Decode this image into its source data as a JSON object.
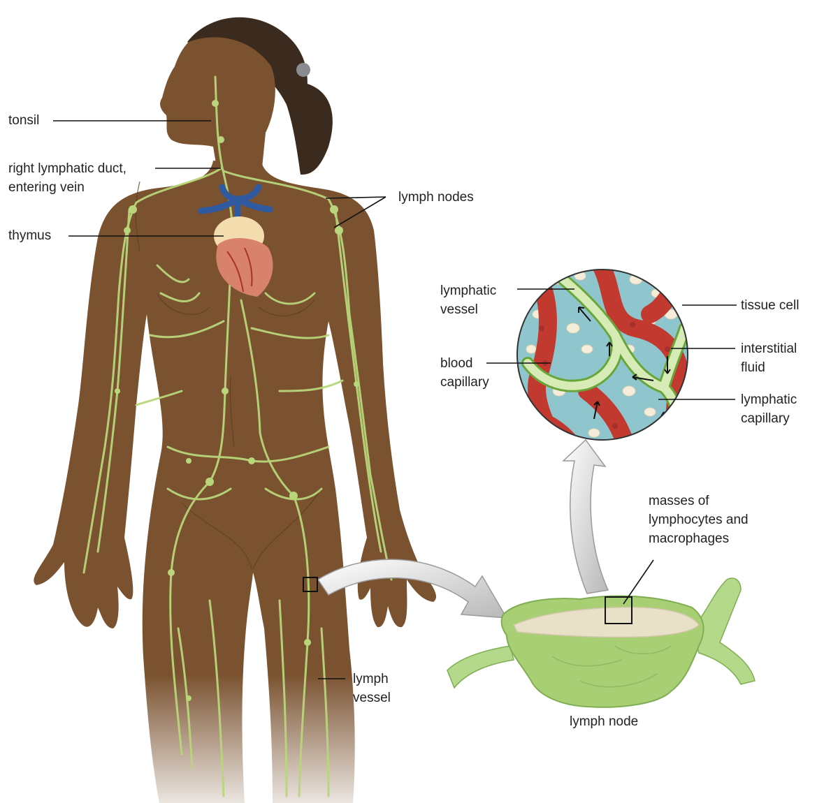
{
  "labels": {
    "tonsil": "tonsil",
    "right_lymphatic_duct": [
      "right lymphatic duct,",
      "entering vein"
    ],
    "thymus": "thymus",
    "lymph_nodes": "lymph nodes",
    "lymphatic_vessel": [
      "lymphatic",
      "vessel"
    ],
    "blood_capillary": [
      "blood",
      "capillary"
    ],
    "tissue_cell": "tissue cell",
    "interstitial_fluid": [
      "interstitial",
      "fluid"
    ],
    "lymphatic_capillary": [
      "lymphatic",
      "capillary"
    ],
    "masses": [
      "masses of",
      "lymphocytes and",
      "macrophages"
    ],
    "lymph_vessel": [
      "lymph",
      "vessel"
    ],
    "lymph_node": "lymph node"
  },
  "colors": {
    "skin": "#7a5230",
    "skin_shadow": "#5e3d22",
    "hair": "#3b2a1e",
    "lymph": "#b9d67a",
    "blood": "#c2392f",
    "fluid": "#8fc5cc",
    "vein": "#2f5aa0",
    "thymus": "#f3dcae",
    "heart": "#d9826b",
    "node": "#a9cf74",
    "arrow": "#cfcfcf"
  },
  "icons": [
    "figure-illustration",
    "heart-illustration",
    "magnified-circle",
    "lymph-node-illustration",
    "zoom-arrow"
  ]
}
